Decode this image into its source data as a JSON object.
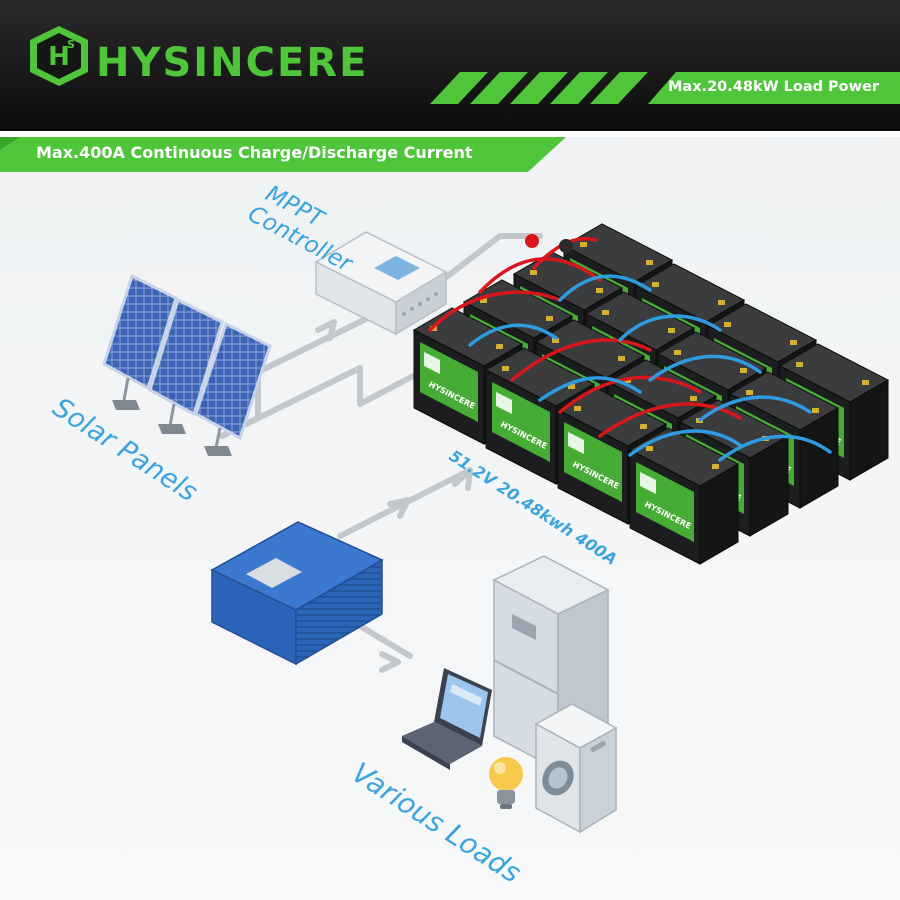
{
  "header": {
    "brand": "HYSINCERE",
    "tagline_right": "Max.20.48kW Load Power",
    "tagline_left": "Max.400A Continuous Charge/Discharge Current"
  },
  "labels": {
    "mppt_line1": "MPPT",
    "mppt_line2": "Controller",
    "solar": "Solar Panels",
    "battery_spec": "51.2V 20.48kwh 400A",
    "loads": "Various Loads"
  },
  "battery_label": "HYSINCERE",
  "colors": {
    "brand_green": "#4fc63a",
    "header_dark": "#151515",
    "label_blue": "#3ba3e0",
    "battery_body": "#1c1d1e",
    "cable_red": "#d8171c",
    "cable_blue": "#2f9be0",
    "inverter_blue": "#2b64b8"
  }
}
